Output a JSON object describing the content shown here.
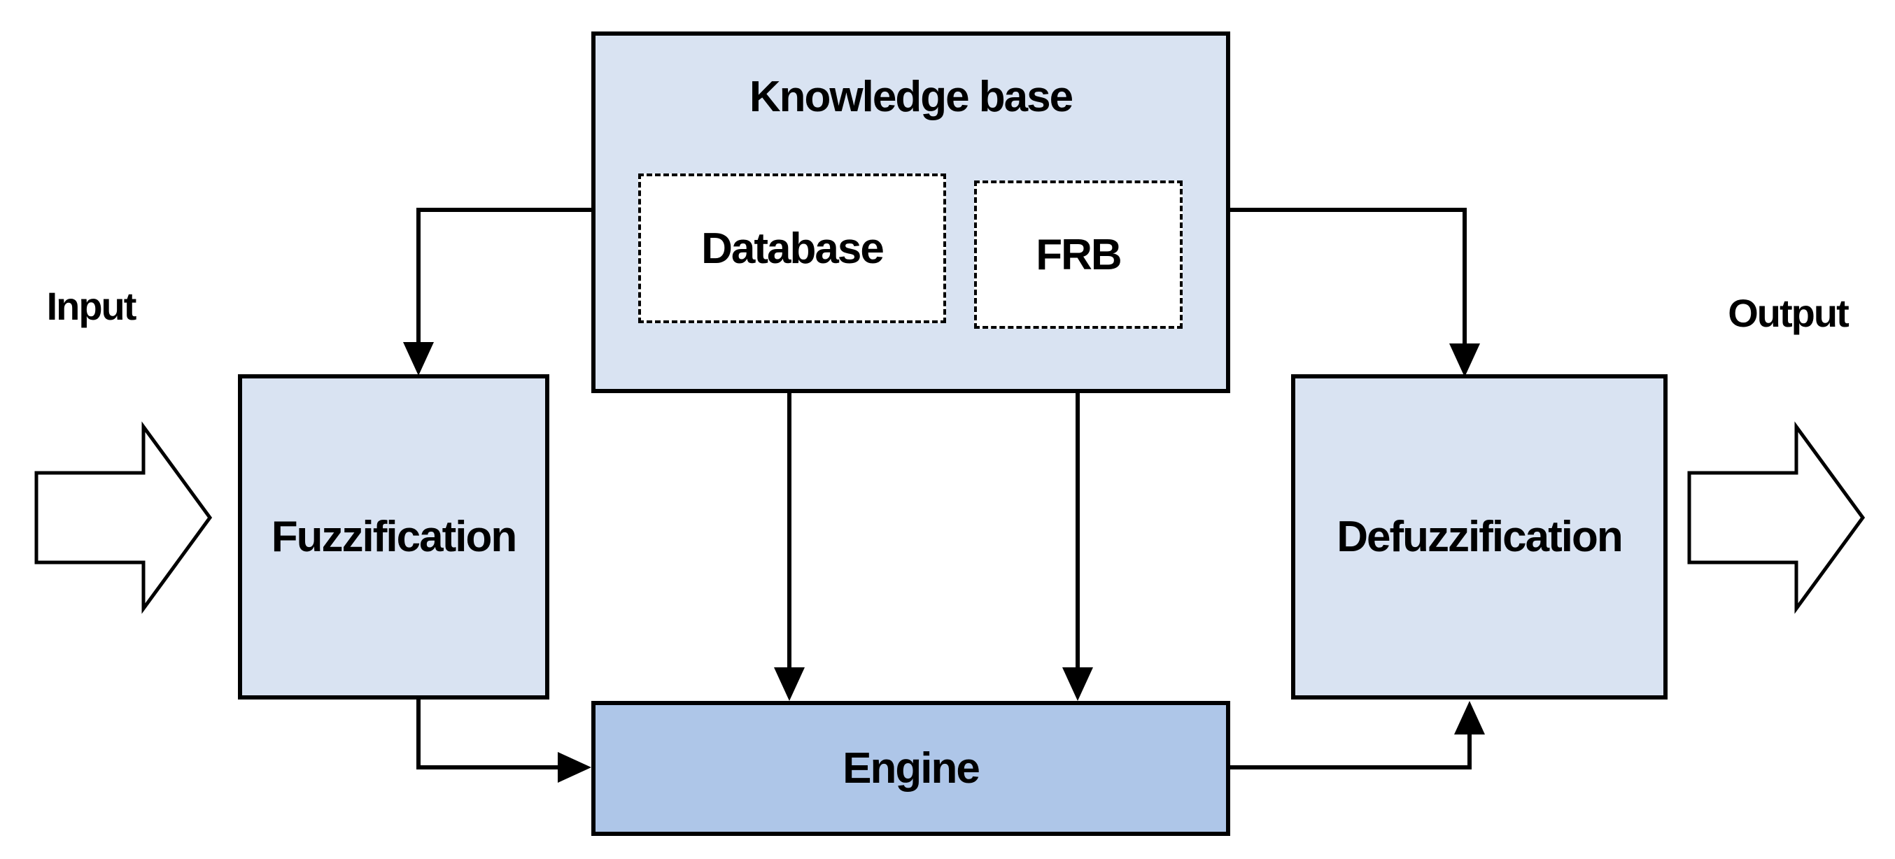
{
  "diagram": {
    "nodes": {
      "knowledge_base": {
        "label": "Knowledge base"
      },
      "database": {
        "label": "Database"
      },
      "frb": {
        "label": "FRB"
      },
      "fuzzification": {
        "label": "Fuzzification"
      },
      "defuzzification": {
        "label": "Defuzzification"
      },
      "engine": {
        "label": "Engine"
      }
    },
    "flow_labels": {
      "input": "Input",
      "output": "Output"
    },
    "colors": {
      "box_fill_light": "#d9e3f2",
      "box_fill_medium": "#aec6e8",
      "inner_box_fill": "#ffffff",
      "block_arrow_fill": "#ffffff",
      "line": "#000000",
      "background": "#ffffff"
    }
  }
}
